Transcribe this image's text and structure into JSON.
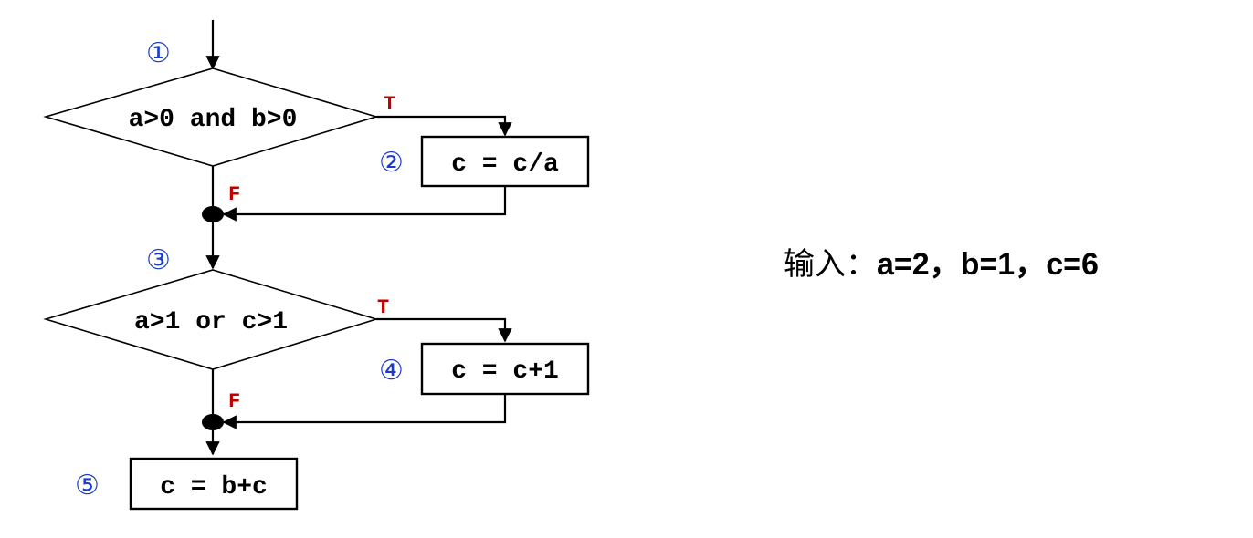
{
  "nodes": {
    "n1": {
      "number": "①",
      "text": "a>0 and b>0"
    },
    "n2": {
      "number": "②",
      "text": "c = c/a"
    },
    "n3": {
      "number": "③",
      "text": "a>1 or c>1"
    },
    "n4": {
      "number": "④",
      "text": "c = c+1"
    },
    "n5": {
      "number": "⑤",
      "text": "c = b+c"
    }
  },
  "branches": {
    "d1_true": "T",
    "d1_false": "F",
    "d2_true": "T",
    "d2_false": "F"
  },
  "input": {
    "label": "输入：",
    "values": "a=2，b=1，c=6"
  }
}
